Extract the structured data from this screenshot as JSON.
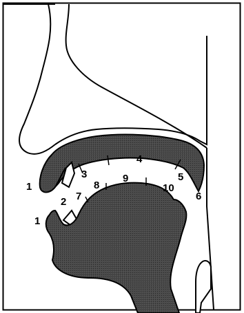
{
  "labels": {
    "upper_lip": "1",
    "lower_lip": "1",
    "teeth": "2",
    "alveolar_ridge_front": "3",
    "hard_palate": "4",
    "velum": "5",
    "uvula": "6",
    "tongue_tip": "7",
    "tongue_blade": "8",
    "tongue_front": "9",
    "tongue_back": "10"
  },
  "colors": {
    "ink": "#000000",
    "shading": "#3c3c3c",
    "background": "#ffffff"
  }
}
